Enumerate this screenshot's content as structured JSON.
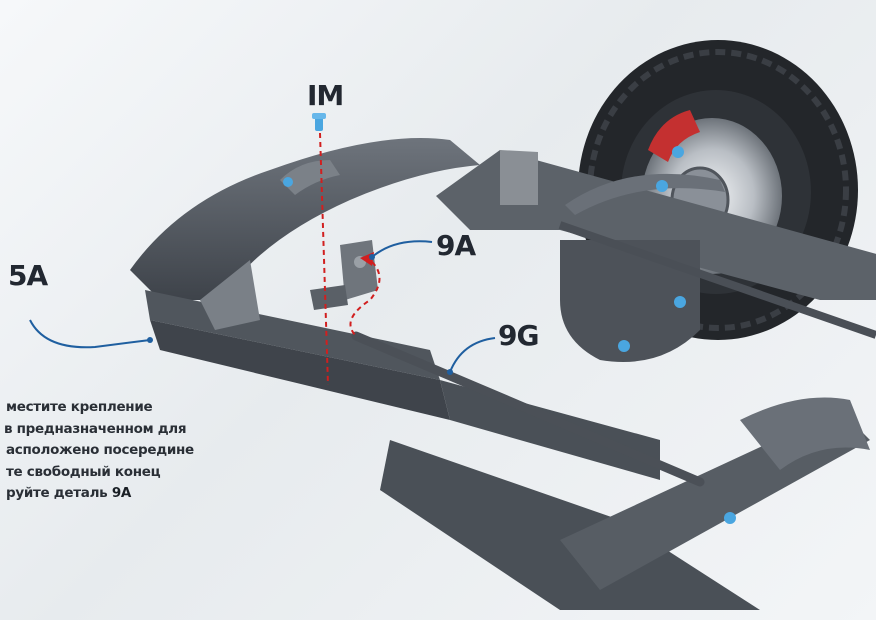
{
  "labels": {
    "im": "IM",
    "part_9a": "9A",
    "part_5a": "5A",
    "part_9g": "9G"
  },
  "instruction": {
    "lines": [
      "местите крепление",
      "в предназначенном для",
      "асположено посередине",
      "те свободный конец",
      "руйте деталь"
    ],
    "part_ref": "9A"
  },
  "colors": {
    "leader_line": "#1f5fa0",
    "guide_line": "#d11f1f",
    "screw": "#4aa6e0",
    "frame": "#5b6169",
    "frame_dark": "#3f444b",
    "tire": "#24272b",
    "brake": "#c43030"
  }
}
